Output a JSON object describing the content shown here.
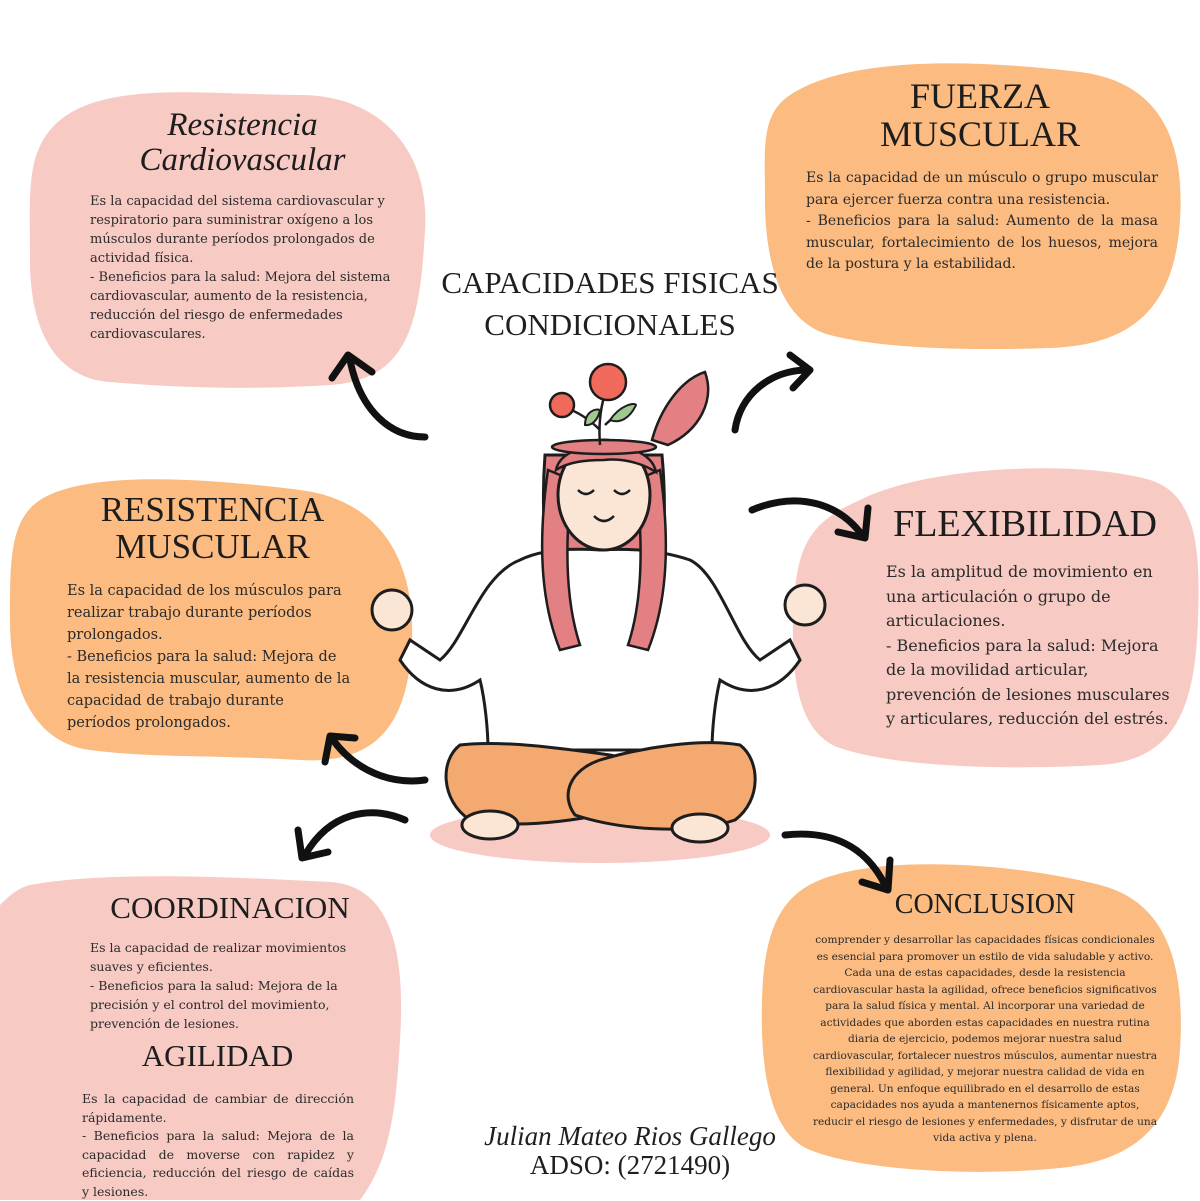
{
  "colors": {
    "pink": "#f7cac4",
    "orange": "#fbbb81",
    "hair": "#e38083",
    "pants": "#f4a970",
    "skin": "#fbe6d6",
    "ink": "#1d1d1d"
  },
  "main_title": {
    "line1": "CAPACIDADES FISICAS",
    "line2": "CONDICIONALES"
  },
  "sections": {
    "resistencia_cardio": {
      "title_line1": "Resistencia",
      "title_line2": "Cardiovascular",
      "definition": "Es la capacidad del sistema cardiovascular y respiratorio para suministrar oxígeno a los músculos durante períodos prolongados de actividad física.",
      "benefits": " - Beneficios para la salud: Mejora del sistema cardiovascular, aumento de la resistencia, reducción del riesgo de enfermedades cardiovasculares."
    },
    "fuerza": {
      "title_line1": "FUERZA",
      "title_line2": "MUSCULAR",
      "definition": "Es la capacidad de un músculo o grupo muscular para ejercer fuerza contra una resistencia.",
      "benefits": "- Beneficios para la salud: Aumento de la masa muscular, fortalecimiento de los huesos, mejora de la postura y la estabilidad."
    },
    "resistencia_muscular": {
      "title_line1": "RESISTENCIA",
      "title_line2": "MUSCULAR",
      "definition": "Es la capacidad de los músculos para realizar trabajo durante períodos prolongados.",
      "benefits": " - Beneficios para la salud: Mejora de la resistencia muscular, aumento de la capacidad de trabajo durante períodos prolongados."
    },
    "flexibilidad": {
      "title": "FLEXIBILIDAD",
      "definition": "Es la amplitud de movimiento en una articulación o grupo de articulaciones.",
      "benefits": "- Beneficios para la salud: Mejora de la movilidad articular, prevención de lesiones musculares y articulares, reducción del estrés."
    },
    "coordinacion": {
      "title": "COORDINACION",
      "definition": "Es la capacidad de realizar movimientos suaves y eficientes.",
      "benefits": "- Beneficios para la salud: Mejora de la precisión y el control del movimiento, prevención de lesiones."
    },
    "agilidad": {
      "title": "AGILIDAD",
      "definition": "Es la capacidad de cambiar de dirección rápidamente.",
      "benefits": "- Beneficios para la salud: Mejora de la capacidad de moverse con rapidez y eficiencia, reducción del riesgo de caídas y lesiones."
    },
    "conclusion": {
      "title": "CONCLUSION",
      "text": "comprender y desarrollar las capacidades físicas condicionales es esencial para promover un estilo de vida saludable y activo. Cada una de estas capacidades, desde la resistencia cardiovascular hasta la agilidad, ofrece beneficios significativos para la salud física y mental. Al incorporar una variedad de actividades que aborden estas capacidades en nuestra rutina diaria de ejercicio, podemos mejorar nuestra salud cardiovascular, fortalecer nuestros músculos, aumentar nuestra flexibilidad y agilidad, y mejorar nuestra calidad de vida en general. Un enfoque equilibrado en el desarrollo de estas capacidades nos ayuda a mantenernos físicamente aptos, reducir el riesgo de lesiones y enfermedades, y disfrutar de una vida activa y plena."
    }
  },
  "author": {
    "name": "Julian Mateo Rios Gallego",
    "program": "ADSO: (2721490)"
  }
}
